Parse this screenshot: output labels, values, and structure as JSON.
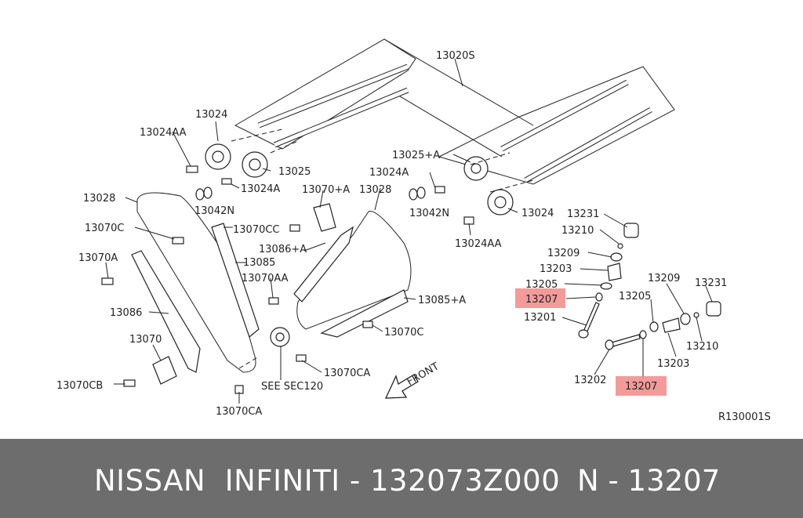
{
  "labels": {
    "p13020S": "13020S",
    "p13024": "13024",
    "p13024AA_top": "13024AA",
    "p13025": "13025",
    "p13024A_left": "13024A",
    "p13042N_left": "13042N",
    "p13028_left": "13028",
    "p13070C_left": "13070C",
    "p13070CC": "13070CC",
    "p13070A": "13070A",
    "p13085": "13085",
    "p13070AA": "13070AA",
    "p13086": "13086",
    "p13070": "13070",
    "p13070CB": "13070CB",
    "p13070CA_bottom": "13070CA",
    "see_sec": "SEE SEC120",
    "p13070A_plus": "13070+A",
    "p13028_mid": "13028",
    "p13086A": "13086+A",
    "p13085A": "13085+A",
    "p13070C_right": "13070C",
    "p13070CA_right": "13070CA",
    "p13025A": "13025+A",
    "p13024A_right": "13024A",
    "p13042N_right": "13042N",
    "p13024_right": "13024",
    "p13024AA_right": "13024AA",
    "p13231_top": "13231",
    "p13210_top": "13210",
    "p13209_left": "13209",
    "p13203_left": "13203",
    "p13205_left": "13205",
    "p13207_left": "13207",
    "p13201": "13201",
    "p13205_right": "13205",
    "p13209_right": "13209",
    "p13231_right": "13231",
    "p13210_right": "13210",
    "p13203_right": "13203",
    "p13202": "13202",
    "p13207_right": "13207",
    "front": "FRONT",
    "ref_code": "R130001S"
  },
  "highlight_color": "#f08a8a",
  "footer": {
    "text": "NISSAN  INFINITI - 132073Z000",
    "code": "N - 13207"
  }
}
